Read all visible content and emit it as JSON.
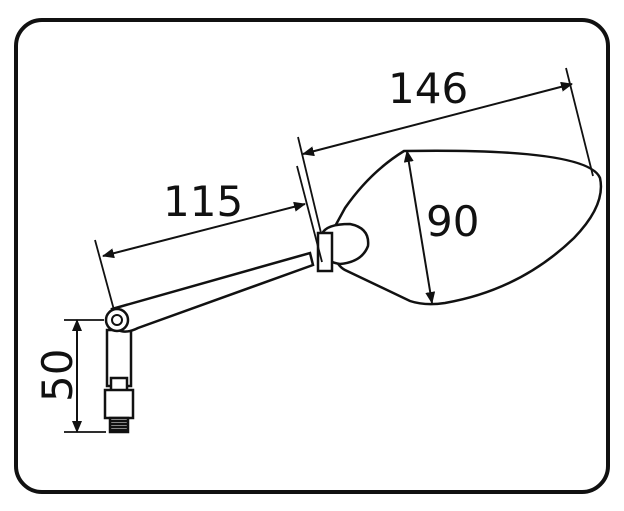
{
  "dimensions": {
    "overall_width": "146",
    "arm_length": "115",
    "mirror_height": "90",
    "stem_height": "50"
  },
  "colors": {
    "stroke": "#111111",
    "background": "#ffffff"
  }
}
